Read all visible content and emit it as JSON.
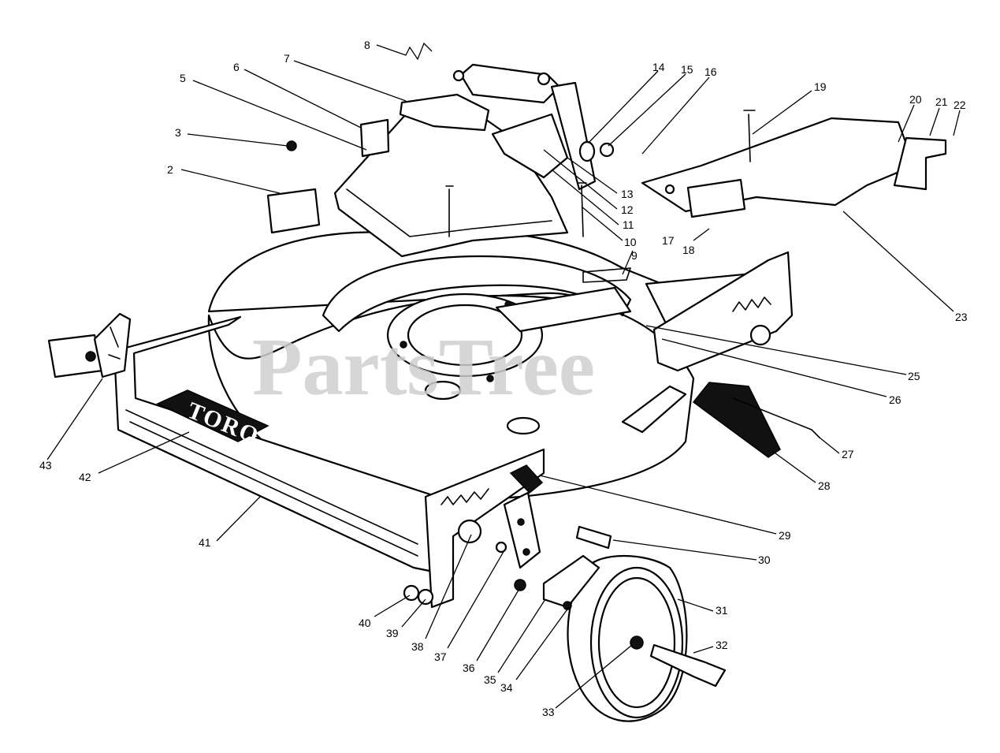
{
  "watermark": "PartsTree",
  "brand_label": "TORO",
  "callouts": [
    {
      "id": "c1",
      "text": "2"
    },
    {
      "id": "c2",
      "text": "3"
    },
    {
      "id": "c3",
      "text": "5"
    },
    {
      "id": "c4",
      "text": "6"
    },
    {
      "id": "c5",
      "text": "7"
    },
    {
      "id": "c6",
      "text": "8"
    },
    {
      "id": "c7",
      "text": "9"
    },
    {
      "id": "c8",
      "text": "10"
    },
    {
      "id": "c9",
      "text": "11"
    },
    {
      "id": "c10",
      "text": "12"
    },
    {
      "id": "c11",
      "text": "13"
    },
    {
      "id": "c12",
      "text": "14"
    },
    {
      "id": "c13",
      "text": "15"
    },
    {
      "id": "c14",
      "text": "16"
    },
    {
      "id": "c15",
      "text": "17"
    },
    {
      "id": "c16",
      "text": "18"
    },
    {
      "id": "c17",
      "text": "19"
    },
    {
      "id": "c18",
      "text": "20"
    },
    {
      "id": "c19",
      "text": "21"
    },
    {
      "id": "c20",
      "text": "22"
    },
    {
      "id": "c21",
      "text": "23"
    },
    {
      "id": "c22",
      "text": "25"
    },
    {
      "id": "c23",
      "text": "26"
    },
    {
      "id": "c24",
      "text": "27"
    },
    {
      "id": "c25",
      "text": "28"
    },
    {
      "id": "c26",
      "text": "29"
    },
    {
      "id": "c27",
      "text": "30"
    },
    {
      "id": "c28",
      "text": "31"
    },
    {
      "id": "c29",
      "text": "32"
    },
    {
      "id": "c30",
      "text": "33"
    },
    {
      "id": "c31",
      "text": "34"
    },
    {
      "id": "c32",
      "text": "35"
    },
    {
      "id": "c33",
      "text": "36"
    },
    {
      "id": "c34",
      "text": "37"
    },
    {
      "id": "c35",
      "text": "38"
    },
    {
      "id": "c36",
      "text": "39"
    },
    {
      "id": "c37",
      "text": "40"
    },
    {
      "id": "c38",
      "text": "41"
    },
    {
      "id": "c39",
      "text": "42"
    },
    {
      "id": "c40",
      "text": "43"
    }
  ]
}
